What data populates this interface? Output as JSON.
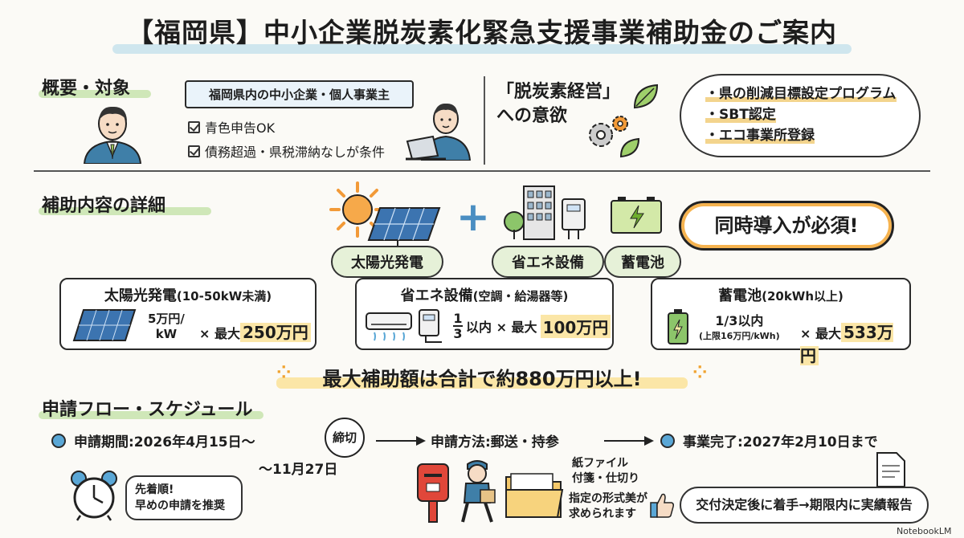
{
  "title": "【福岡県】中小企業脱炭素化緊急支援事業補助金のご案内",
  "overview": {
    "heading": "概要・対象",
    "target_banner": "福岡県内の中小企業・個人事業主",
    "conditions": [
      "青色申告OK",
      "債務超過・県税滞納なしが条件"
    ],
    "motivation": "「脱炭素経営」への意欲",
    "motivation_line1": "「脱炭素経営」",
    "motivation_line2": "への意欲",
    "programs": [
      "・県の削減目標設定プログラム",
      "・SBT認定",
      "・エコ事業所登録"
    ]
  },
  "details": {
    "heading": "補助内容の詳細",
    "pill_solar": "太陽光発電",
    "pill_eco": "省エネ設備",
    "pill_battery": "蓄電池",
    "plus": "+",
    "required": "同時導入が必須!",
    "cards": {
      "solar": {
        "title": "太陽光発電",
        "subtitle": "(10-50kW未満)",
        "rate_line1": "5万円/",
        "rate_line2": "kW",
        "times": "× 最大",
        "max": "250万円"
      },
      "eco": {
        "title": "省エネ設備",
        "subtitle": "(空調・給湯器等)",
        "frac_num": "1",
        "frac_den": "3",
        "rate_suffix": "以内 × 最大",
        "max": "100万円"
      },
      "battery": {
        "title": "蓄電池",
        "subtitle": "(20kWh以上)",
        "rate_line1": "1/3以内",
        "rate_line2": "(上限16万円/kWh)",
        "times": "× 最大",
        "max": "533万円"
      }
    },
    "total": "最大補助額は合計で約880万円以上!"
  },
  "flow": {
    "heading": "申請フロー・スケジュール",
    "period_label": "申請期間:2026年4月15日〜",
    "period_end": "〜11月27日",
    "deadline_badge": "締切",
    "method": "申請方法:郵送・持参",
    "completion": "事業完了:2027年2月10日まで",
    "first_come": "先着順!",
    "recommend": "早めの申請を推奨",
    "file_note1": "紙ファイル",
    "file_note2": "付箋・仕切り",
    "format_note1": "指定の形式美が",
    "format_note2": "求められます",
    "after_decision": "交付決定後に着手→期限内に実績報告"
  },
  "footer": {
    "brand": "NotebookLM"
  },
  "colors": {
    "accent_blue": "#5aa7d6",
    "highlight_yellow": "#fbe6a7",
    "pill_green": "#e6f1d8",
    "underline_green": "#cfe7b8",
    "sun_orange": "#f29a38"
  },
  "icons": [
    "person-icon",
    "laptop-worker-icon",
    "leaf-icon",
    "gear-icon",
    "sun-icon",
    "solar-panel-icon",
    "building-icon",
    "water-heater-icon",
    "battery-icon",
    "air-conditioner-icon",
    "alarm-clock-icon",
    "mailbox-icon",
    "courier-icon",
    "folder-icon",
    "thumbs-up-icon",
    "document-icon"
  ]
}
